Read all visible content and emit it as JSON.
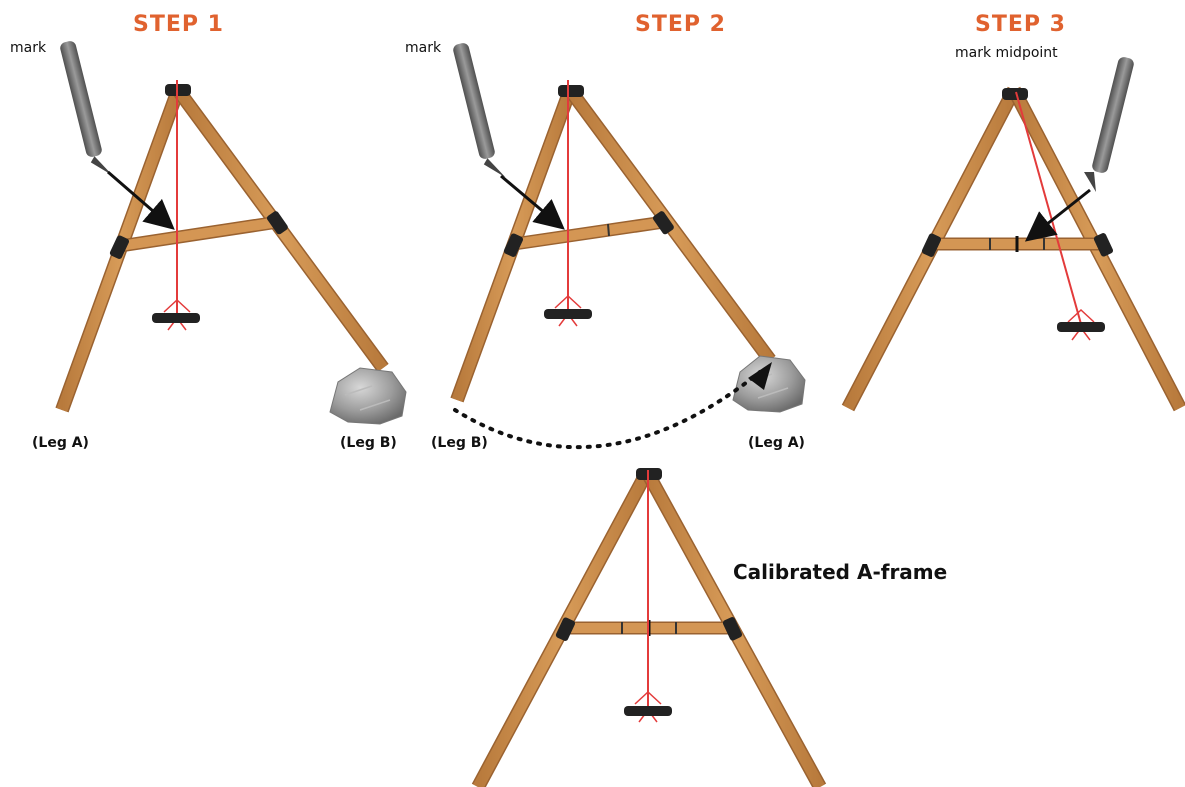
{
  "steps": [
    {
      "title": "STEP 1",
      "mark_label": "mark",
      "left_leg": "(Leg A)",
      "right_leg": "(Leg B)"
    },
    {
      "title": "STEP 2",
      "mark_label": "mark",
      "left_leg": "(Leg B)",
      "right_leg": "(Leg A)"
    },
    {
      "title": "STEP 3",
      "mark_label": "mark midpoint"
    }
  ],
  "result": {
    "label": "Calibrated A-frame"
  },
  "colors": {
    "step_title": "#e0622f",
    "wood": "#c98a48",
    "wood_edge": "#9a6230",
    "plumb_line": "#e33b3b",
    "pencil": "#6f6f6f",
    "arrow": "#111111",
    "rock": "#9a9a9a"
  },
  "icons": [
    "pencil-icon",
    "rock-icon",
    "plumb-bob-icon",
    "arrow-icon"
  ]
}
